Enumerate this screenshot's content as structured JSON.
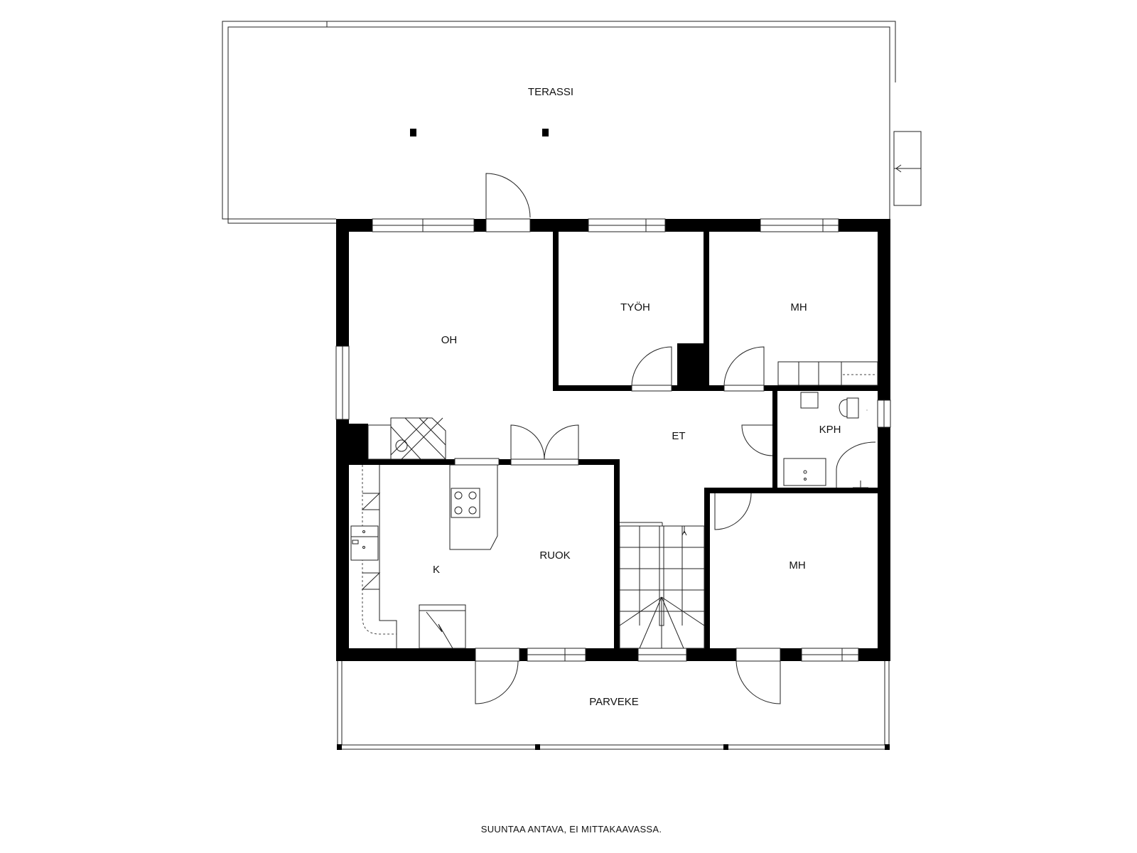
{
  "rooms": {
    "terrace": "TERASSI",
    "living_room": "OH",
    "study": "TYÖH",
    "bedroom_north": "MH",
    "hall": "ET",
    "bathroom": "KPH",
    "kitchen": "K",
    "dining": "RUOK",
    "bedroom_south": "MH",
    "balcony": "PARVEKE"
  },
  "footer_note": "SUUNTAA ANTAVA, EI MITTAKAAVASSA.",
  "colors": {
    "wall": "#000000",
    "line": "#222222",
    "background": "#ffffff"
  }
}
